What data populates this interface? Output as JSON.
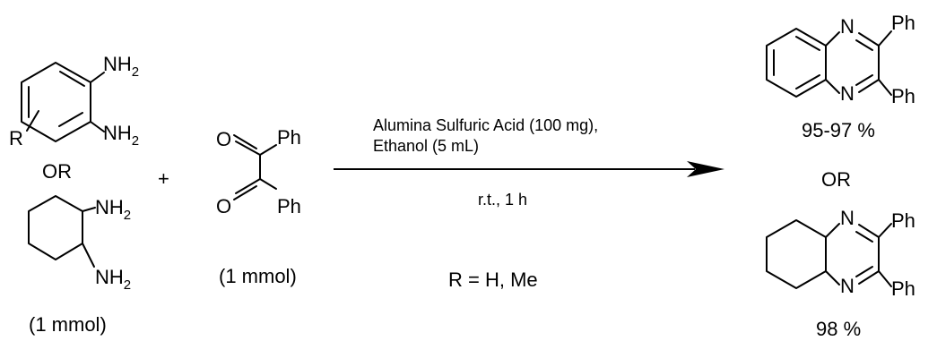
{
  "reactant_aromatic": {
    "nh2_top": "NH",
    "nh2_bottom": "NH",
    "subscript_2": "2",
    "r_label": "R"
  },
  "or_left": "OR",
  "plus": "+",
  "reactant_cyclohexane": {
    "nh2_top": "NH",
    "nh2_bottom": "NH",
    "subscript_2": "2"
  },
  "amount_diamine": "(1 mmol)",
  "diketone": {
    "o_top": "O",
    "o_bottom": "O",
    "ph_top": "Ph",
    "ph_bottom": "Ph",
    "amount": "(1 mmol)"
  },
  "conditions": {
    "line1": "Alumina Sulfuric Acid (100 mg),",
    "line2": "Ethanol (5 mL)",
    "below": "r.t., 1 h",
    "substituent": "R = H, Me"
  },
  "product_quinoxaline": {
    "n_top": "N",
    "n_bottom": "N",
    "ph_top": "Ph",
    "ph_bottom": "Ph",
    "yield": "95-97 %"
  },
  "or_right": "OR",
  "product_octahydro": {
    "n_top": "N",
    "n_bottom": "N",
    "ph_top": "Ph",
    "ph_bottom": "Ph",
    "yield": "98 %"
  },
  "colors": {
    "ink": "#000000",
    "background": "#ffffff"
  }
}
